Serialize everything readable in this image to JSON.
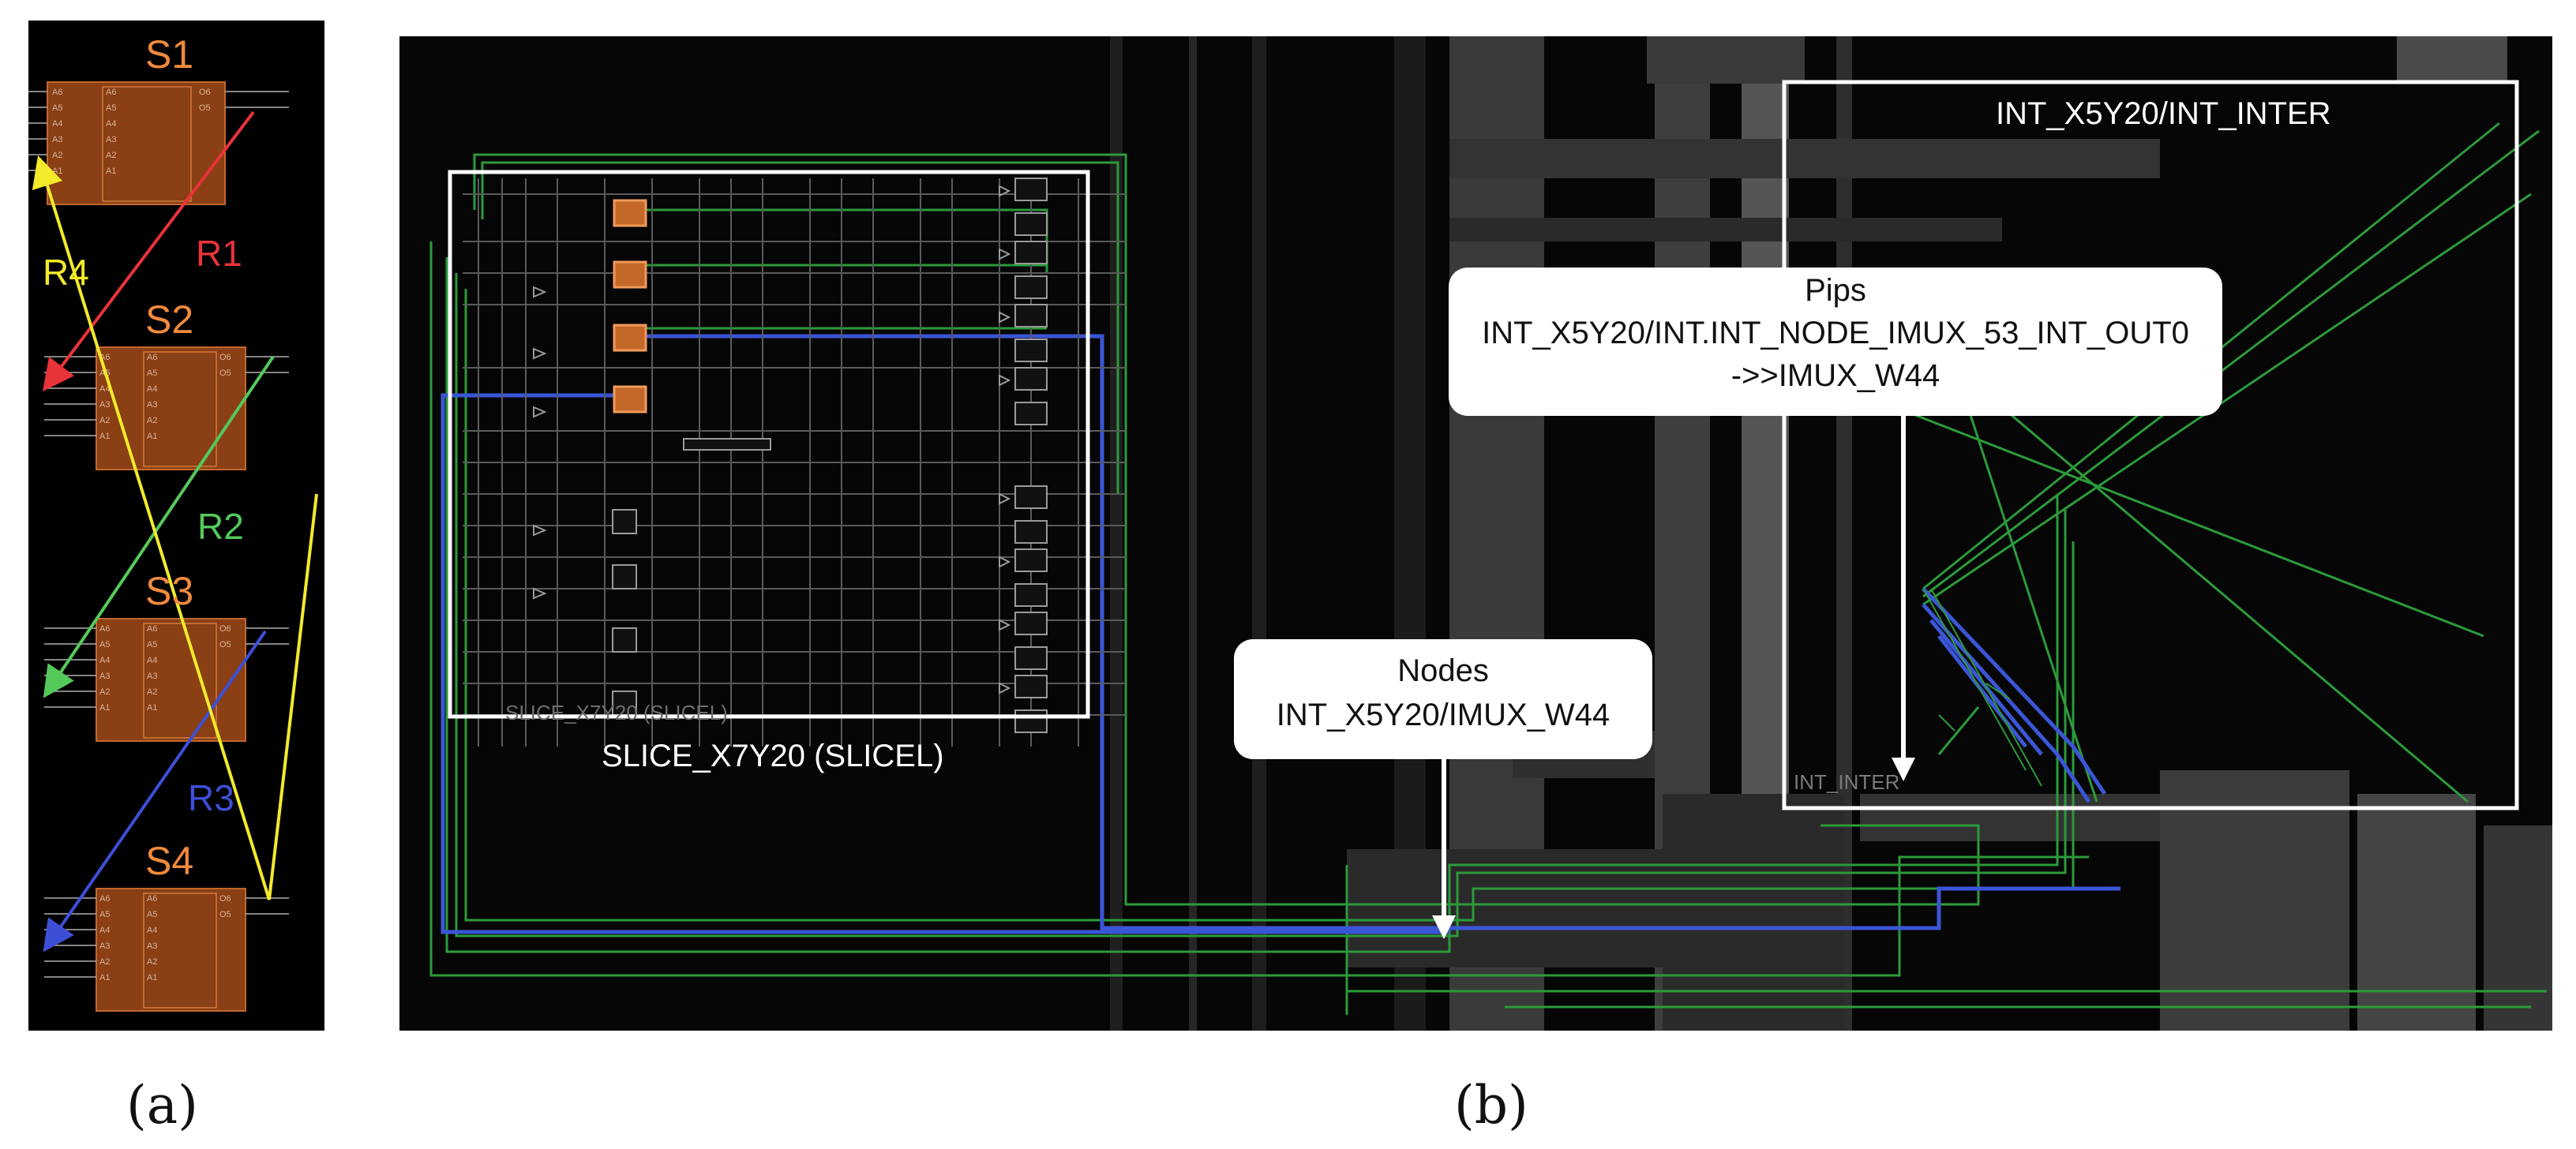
{
  "panel_a": {
    "caption": "(a)",
    "slices": [
      {
        "label": "S1"
      },
      {
        "label": "S2"
      },
      {
        "label": "S3"
      },
      {
        "label": "S4"
      }
    ],
    "routes": [
      {
        "label": "R1",
        "color": "#e8333a"
      },
      {
        "label": "R2",
        "color": "#54c95a"
      },
      {
        "label": "R3",
        "color": "#3d4fd6"
      },
      {
        "label": "R4",
        "color": "#f2ea2b"
      }
    ]
  },
  "panel_b": {
    "caption": "(b)",
    "slice_box": {
      "title": "SLICE_X7Y20 (SLICEL)",
      "inner_label": "SLICE_X7Y20 (SLICEL)"
    },
    "int_box": {
      "title": "INT_X5Y20/INT_INTER",
      "inner_label": "INT_INTER"
    },
    "pips_callout": {
      "heading": "Pips",
      "line1": "INT_X5Y20/INT.INT_NODE_IMUX_53_INT_OUT0",
      "line2": "->>IMUX_W44"
    },
    "nodes_callout": {
      "heading": "Nodes",
      "line1": "INT_X5Y20/IMUX_W44"
    }
  },
  "colors": {
    "slice_fill": "#8a3f14",
    "slice_text": "#f08a3c",
    "route_green": "#2c9a3a",
    "route_blue": "#3a55d6"
  }
}
